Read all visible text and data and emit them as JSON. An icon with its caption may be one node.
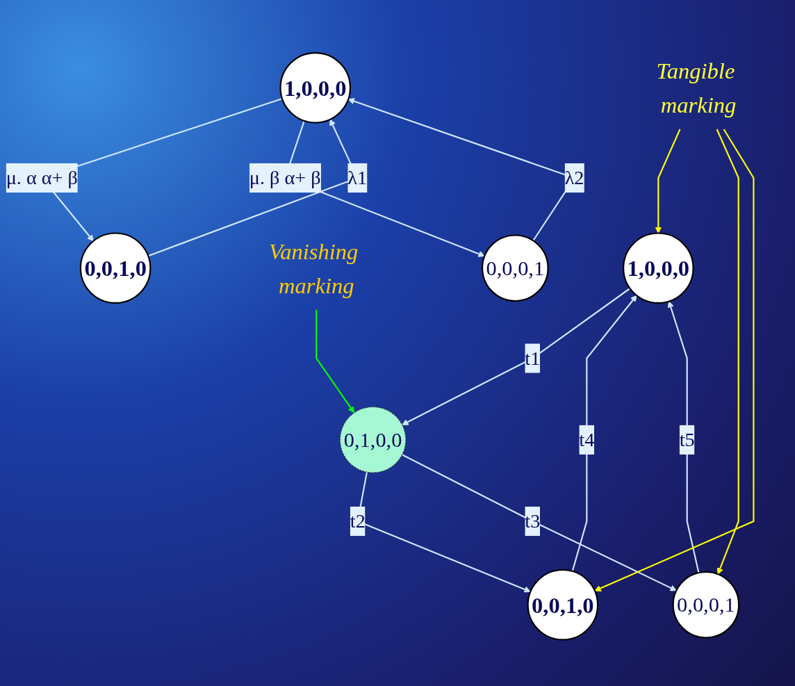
{
  "diagram": {
    "nodes": [
      {
        "text": [
          "1,0,0,0"
        ]
      },
      {
        "text": [
          "Vanishing marking"
        ]
      },
      {
        "text": [
          "Tangible marking"
        ]
      },
      {
        "text": [
          "0,0,1,0"
        ]
      },
      {
        "text": [
          "0,1,0,0"
        ]
      },
      {
        "text": [
          "0,0,0,1"
        ]
      },
      {
        "text": [
          "1,0,0,0"
        ]
      },
      {
        "text": [
          "0,0,1,0"
        ]
      },
      {
        "text": [
          "0,0,0,1"
        ]
      }
    ],
    "edges": [
      {
        "from": 0,
        "to": 4,
        "arrow": "to",
        "label": "t1"
      },
      {
        "from": 4,
        "to": 3,
        "arrow": "to",
        "label": "t2"
      },
      {
        "from": 4,
        "to": 5,
        "arrow": "to",
        "label": "t3"
      },
      {
        "from": 3,
        "to": 0,
        "arrow": "to",
        "label": "t4"
      },
      {
        "from": 5,
        "to": 0,
        "arrow": "to",
        "label": "t5"
      },
      {
        "from": 2,
        "to": 0,
        "arrow": "to",
        "color": "#ffff00"
      },
      {
        "from": 2,
        "to": 5,
        "arrow": "to",
        "color": "#ffff00"
      },
      {
        "from": 2,
        "to": 3,
        "arrow": "to",
        "color": "#ffff00"
      },
      {
        "from": 1,
        "to": 4,
        "arrow": "to",
        "color": "#00ff00"
      },
      {
        "from": 7,
        "to": 6,
        "arrow": "to",
        "label": "λ1"
      },
      {
        "from": 8,
        "to": 6,
        "arrow": "to",
        "label": "λ2"
      },
      {
        "from": 6,
        "to": 7,
        "arrow": "to",
        "label": "μ. α α+ β"
      },
      {
        "from": 6,
        "to": 8,
        "arrow": "to",
        "label": "μ. β α+ β"
      }
    ]
  }
}
